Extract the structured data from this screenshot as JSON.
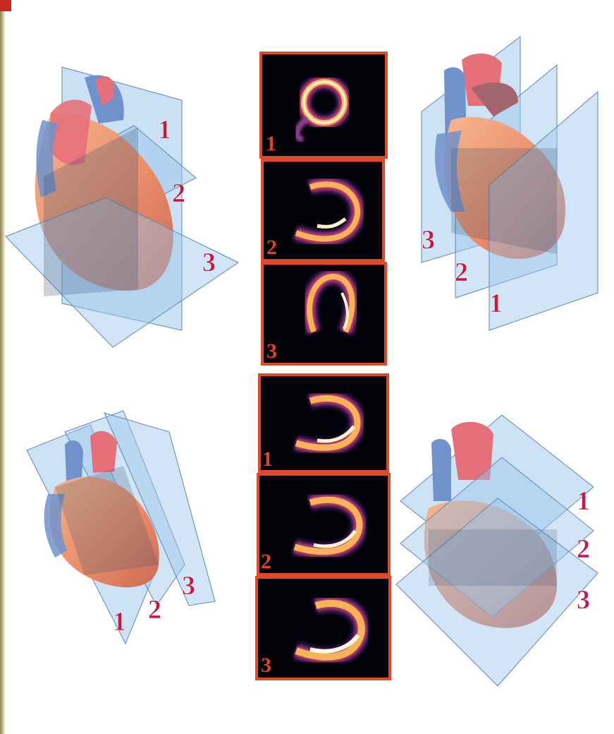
{
  "colors": {
    "frame": "#e04a2a",
    "plane": "#9cc6ec",
    "plane_edge": "#5d88b5",
    "heart_muscle": "#ef9c74",
    "artery": "#e6707a",
    "vein": "#6f92cc",
    "plane_number": "#c11a43"
  },
  "heart_views": [
    {
      "id": "top-left",
      "plane_labels": [
        "1",
        "2",
        "3"
      ]
    },
    {
      "id": "top-right",
      "plane_labels": [
        "3",
        "2",
        "1"
      ]
    },
    {
      "id": "bottom-left",
      "plane_labels": [
        "1",
        "2",
        "3"
      ]
    },
    {
      "id": "bottom-right",
      "plane_labels": [
        "1",
        "2",
        "3"
      ]
    }
  ],
  "scans": [
    {
      "label": "1",
      "shape": "ring"
    },
    {
      "label": "2",
      "shape": "horseshoe"
    },
    {
      "label": "3",
      "shape": "horseshoe-vertical"
    },
    {
      "label": "1",
      "shape": "horseshoe"
    },
    {
      "label": "2",
      "shape": "horseshoe"
    },
    {
      "label": "3",
      "shape": "horseshoe"
    }
  ]
}
